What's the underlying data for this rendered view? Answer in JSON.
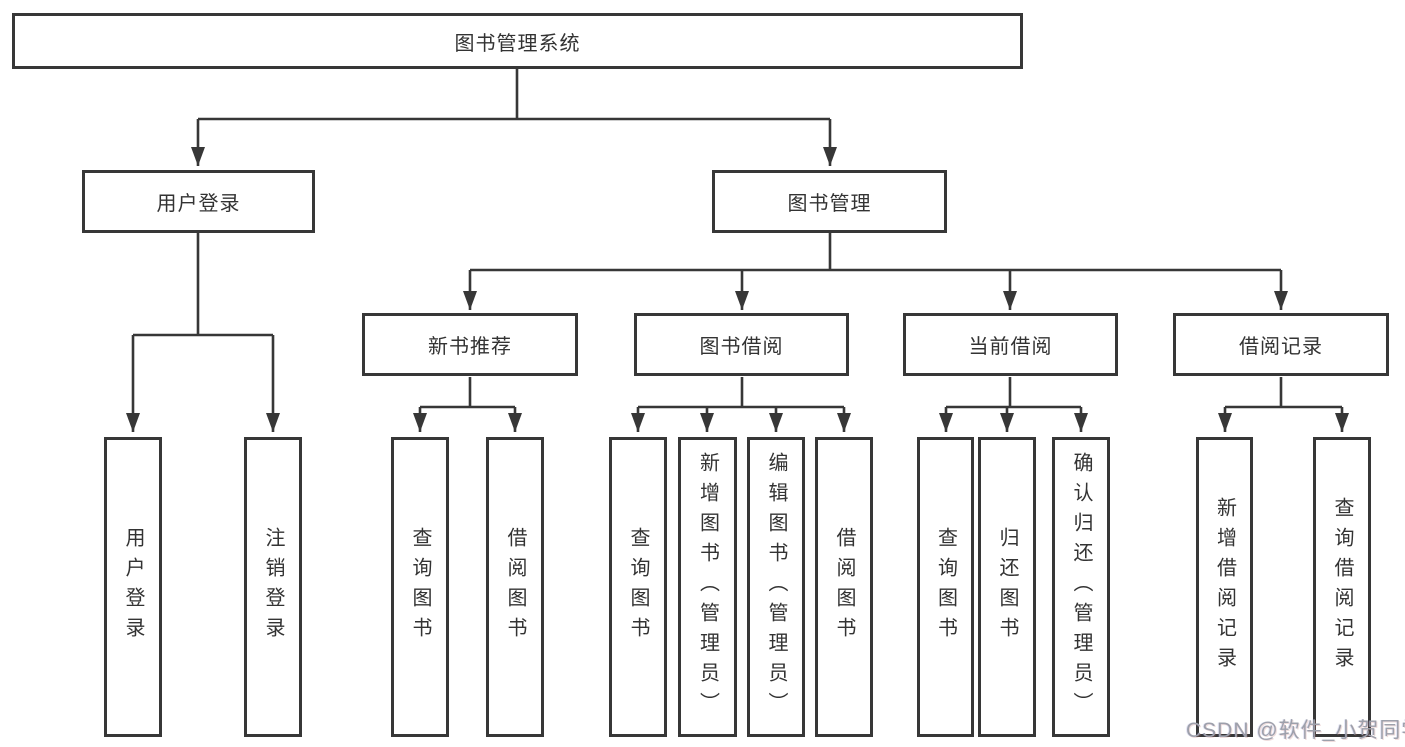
{
  "diagram": {
    "title": "图书管理系统",
    "tree": {
      "root": {
        "label": "图书管理系统"
      },
      "branches": [
        {
          "label": "用户登录",
          "children": [
            {
              "label": "用户登录"
            },
            {
              "label": "注销登录"
            }
          ]
        },
        {
          "label": "图书管理",
          "children": [
            {
              "label": "新书推荐",
              "children": [
                {
                  "label": "查询图书"
                },
                {
                  "label": "借阅图书"
                }
              ]
            },
            {
              "label": "图书借阅",
              "children": [
                {
                  "label": "查询图书"
                },
                {
                  "label": "新增图书（管理员）"
                },
                {
                  "label": "编辑图书（管理员）"
                },
                {
                  "label": "借阅图书"
                }
              ]
            },
            {
              "label": "当前借阅",
              "children": [
                {
                  "label": "查询图书"
                },
                {
                  "label": "归还图书"
                },
                {
                  "label": "确认归还（管理员）"
                }
              ]
            },
            {
              "label": "借阅记录",
              "children": [
                {
                  "label": "新增借阅记录"
                },
                {
                  "label": "查询借阅记录"
                }
              ]
            }
          ]
        }
      ]
    },
    "colors": {
      "line": "#373737",
      "box_border": "#373737",
      "box_background": "#ffffff",
      "text": "#333333",
      "watermark": "#9da0ab"
    }
  },
  "watermark": {
    "text": "CSDN @软件_小贺同学"
  }
}
